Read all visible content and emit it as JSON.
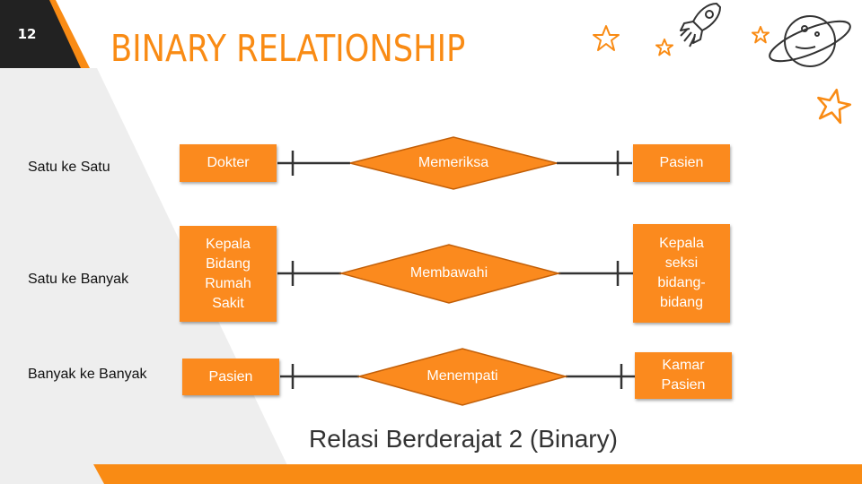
{
  "slide": {
    "number": "12",
    "title": "BINARY RELATIONSHIP",
    "caption": "Relasi Berderajat 2 (Binary)"
  },
  "colors": {
    "accent": "#f98b14",
    "entity_fill": "#fb8a1e",
    "corner_dark": "#222222",
    "background_grey": "#eeeeee",
    "connector": "#333333"
  },
  "decorations": [
    "star-icon",
    "star-icon",
    "rocket-icon",
    "star-icon",
    "planet-icon",
    "star-icon"
  ],
  "rows": [
    {
      "label": "Satu ke Satu",
      "left_entity": "Dokter",
      "relationship": "Memeriksa",
      "right_entity": "Pasien"
    },
    {
      "label": "Satu ke Banyak",
      "left_entity": "Kepala\nBidang\nRumah\nSakit",
      "relationship": "Membawahi",
      "right_entity": "Kepala\nseksi\nbidang-\nbidang"
    },
    {
      "label": "Banyak ke Banyak",
      "left_entity": "Pasien",
      "relationship": "Menempati",
      "right_entity": "Kamar\nPasien"
    }
  ]
}
